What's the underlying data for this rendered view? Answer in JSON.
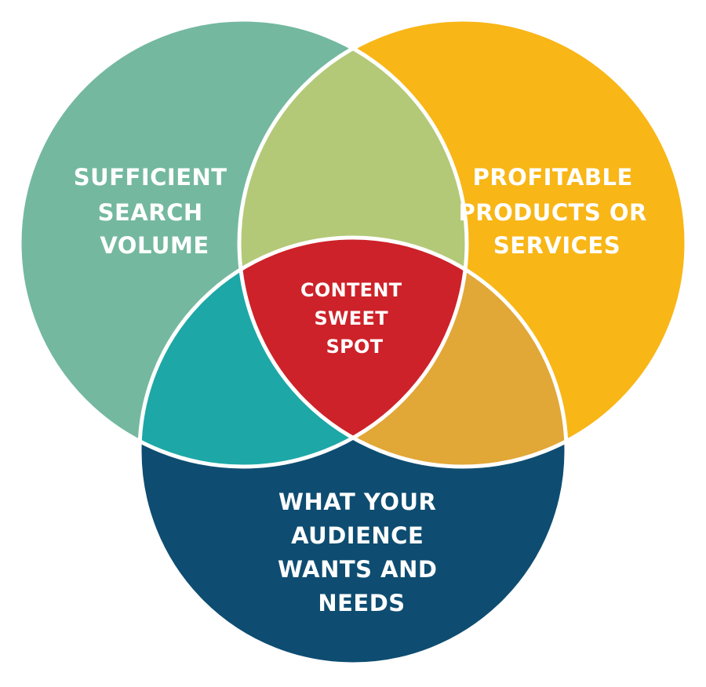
{
  "diagram": {
    "type": "venn",
    "sets": [
      {
        "id": "search",
        "lines": [
          "SUFFICIENT",
          "SEARCH",
          "VOLUME"
        ],
        "color": "#74b8a0"
      },
      {
        "id": "profit",
        "lines": [
          "PROFITABLE",
          "PRODUCTS OR",
          "SERVICES"
        ],
        "color": "#f8b617"
      },
      {
        "id": "audience",
        "lines": [
          "WHAT YOUR",
          "AUDIENCE",
          "WANTS AND",
          "NEEDS"
        ],
        "color": "#0e4d71"
      }
    ],
    "intersections": {
      "search_profit": {
        "color": "#b3c977"
      },
      "search_audience": {
        "color": "#1da7a7"
      },
      "profit_audience": {
        "color": "#e1a737"
      },
      "all": {
        "lines": [
          "CONTENT",
          "SWEET",
          "SPOT"
        ],
        "color": "#cd2229"
      }
    },
    "outline_color": "#ffffff"
  }
}
